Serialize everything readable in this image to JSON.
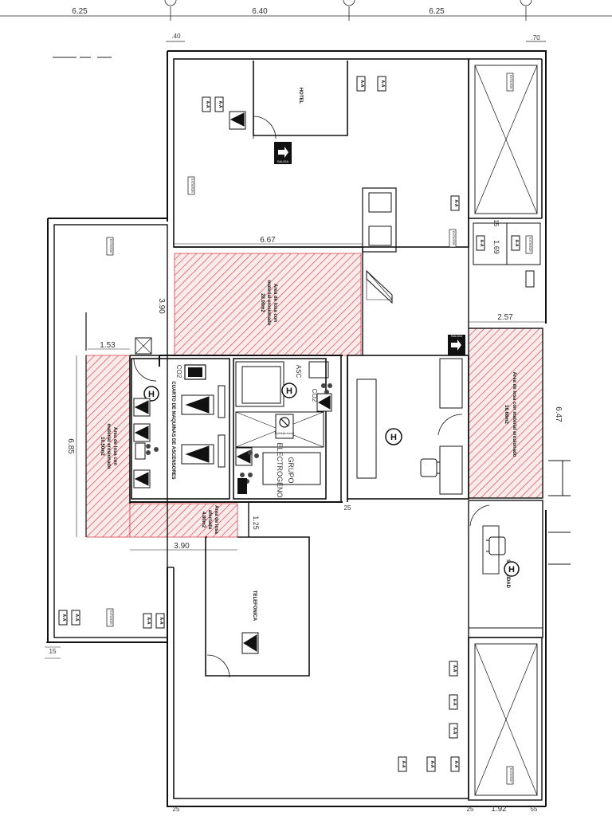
{
  "dimensions": {
    "top": [
      "6.25",
      "6.40",
      "6.25"
    ],
    "top_small_left": ".40",
    "top_small_right": ".70",
    "d_667": "6.67",
    "d_390_v": "3.90",
    "d_153": "1.53",
    "d_685": "6.85",
    "d_257": "2.57",
    "d_647": "6.47",
    "d_169": "1.69",
    "d_15": "15",
    "d_125": "1.25",
    "d_390_h": "3.90",
    "d_15_bottom": "15",
    "bottom_small_left": "25",
    "bottom_small_mid": "25",
    "d_192": "1.92",
    "d_55": "55",
    "d_25_center": "25"
  },
  "rooms": {
    "hotel": "HOTEL",
    "machine_room": "CUARTO DE MAQUINAS DE ASCENSORES",
    "telefonica": "TELEFONICA",
    "seguridad": "SEGURIDAD",
    "grupo": "GRUPO",
    "electrogeno": "ELECTROGENO",
    "ascensor": "ASC",
    "co2_a": "CO2",
    "co2_b": "CO2"
  },
  "areas": {
    "upper_line1": "Area de losa con",
    "upper_line2": "material erosionado",
    "upper_line3": "28.00m2",
    "left_line1": "Area de losa con",
    "left_line2": "material erosionado",
    "left_line3": "10.50m2",
    "small_line1": "Area de losa",
    "small_line2": "afectada",
    "small_line3": "4.80m2",
    "right_line1": "Area de losa con material erosionado",
    "right_line2": "16.68m2"
  },
  "symbols": {
    "exit": "SALIDA",
    "aa": "A-A",
    "extintor": "EXTINTOR",
    "H": "H",
    "no_smoking": "Prohibido fumar"
  },
  "colors": {
    "wall": "#111111",
    "hatch": "#d9434a",
    "hatch_bg": "#fbeaea"
  }
}
